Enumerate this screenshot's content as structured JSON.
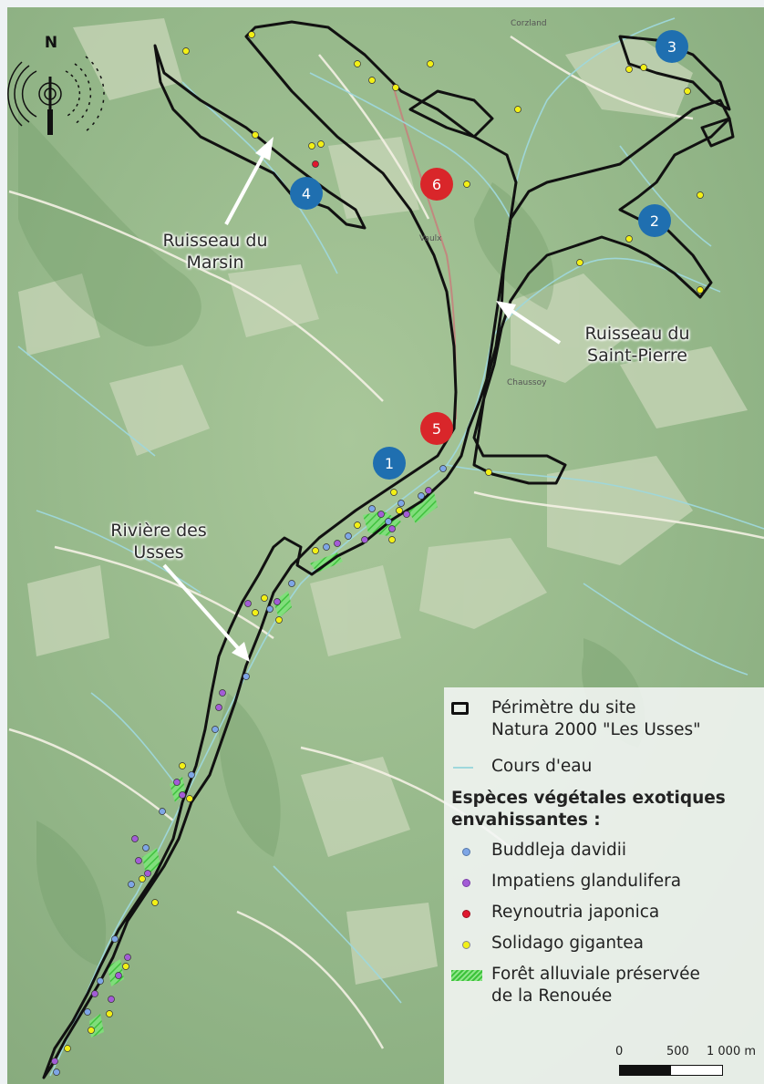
{
  "map": {
    "north_label": "N",
    "annotations": [
      {
        "text": "Ruisseau du\nMarsin"
      },
      {
        "text": "Ruisseau du\nSaint-Pierre"
      },
      {
        "text": "Rivière des\nUsses"
      }
    ],
    "markers": [
      {
        "label": "1",
        "color": "#1f6fb0"
      },
      {
        "label": "2",
        "color": "#1f6fb0"
      },
      {
        "label": "3",
        "color": "#1f6fb0"
      },
      {
        "label": "4",
        "color": "#1f6fb0"
      },
      {
        "label": "5",
        "color": "#d9262a"
      },
      {
        "label": "6",
        "color": "#d9262a"
      }
    ],
    "place_labels": [
      "Corzland",
      "Vaulx",
      "Chaussoy"
    ]
  },
  "legend": {
    "perimeter_label_1": "Périmètre du site",
    "perimeter_label_2": "Natura 2000 \"Les Usses\"",
    "stream_label": "Cours d'eau",
    "species_title_1": "Espèces végétales exotiques",
    "species_title_2": "envahissantes :",
    "species": [
      {
        "name": "Buddleja davidii",
        "color": "#7ea6e6"
      },
      {
        "name": "Impatiens glandulifera",
        "color": "#a35cd6"
      },
      {
        "name": "Reynoutria japonica",
        "color": "#e0182e"
      },
      {
        "name": "Solidago gigantea",
        "color": "#f2f016"
      }
    ],
    "forest_label_1": "Forêt alluviale préservée",
    "forest_label_2": "de la Renouée",
    "forest_color": "#4fd64a",
    "perimeter_color": "#111111",
    "stream_color": "#9fd8dc"
  },
  "scale": {
    "labels": [
      "0",
      "500",
      "1 000 m"
    ]
  }
}
